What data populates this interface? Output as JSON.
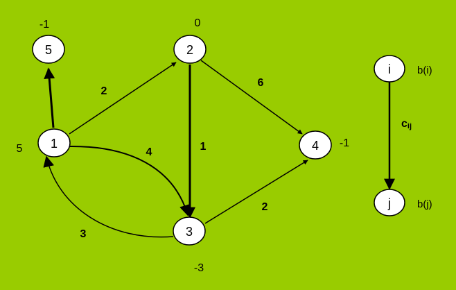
{
  "nodes": [
    {
      "id": "5",
      "label": "5",
      "supply": "-1"
    },
    {
      "id": "2",
      "label": "2",
      "supply": "0"
    },
    {
      "id": "1",
      "label": "1",
      "supply": "5"
    },
    {
      "id": "3",
      "label": "3",
      "supply": "-3"
    },
    {
      "id": "4",
      "label": "4",
      "supply": "-1"
    }
  ],
  "edges": [
    {
      "from": "1",
      "to": "5",
      "cost": ""
    },
    {
      "from": "1",
      "to": "2",
      "cost": "2"
    },
    {
      "from": "2",
      "to": "4",
      "cost": "6"
    },
    {
      "from": "2",
      "to": "3",
      "cost": "1"
    },
    {
      "from": "1",
      "to": "3",
      "cost": "4"
    },
    {
      "from": "3",
      "to": "4",
      "cost": "2"
    },
    {
      "from": "3",
      "to": "1",
      "cost": "3"
    }
  ],
  "legend": {
    "node_i": "i",
    "node_j": "j",
    "b_i": "b(i)",
    "b_j": "b(j)",
    "cost_main": "c",
    "cost_sub": "ij"
  },
  "colors": {
    "background": "#99cc00",
    "node_fill": "#ffffff",
    "stroke": "#000000"
  }
}
